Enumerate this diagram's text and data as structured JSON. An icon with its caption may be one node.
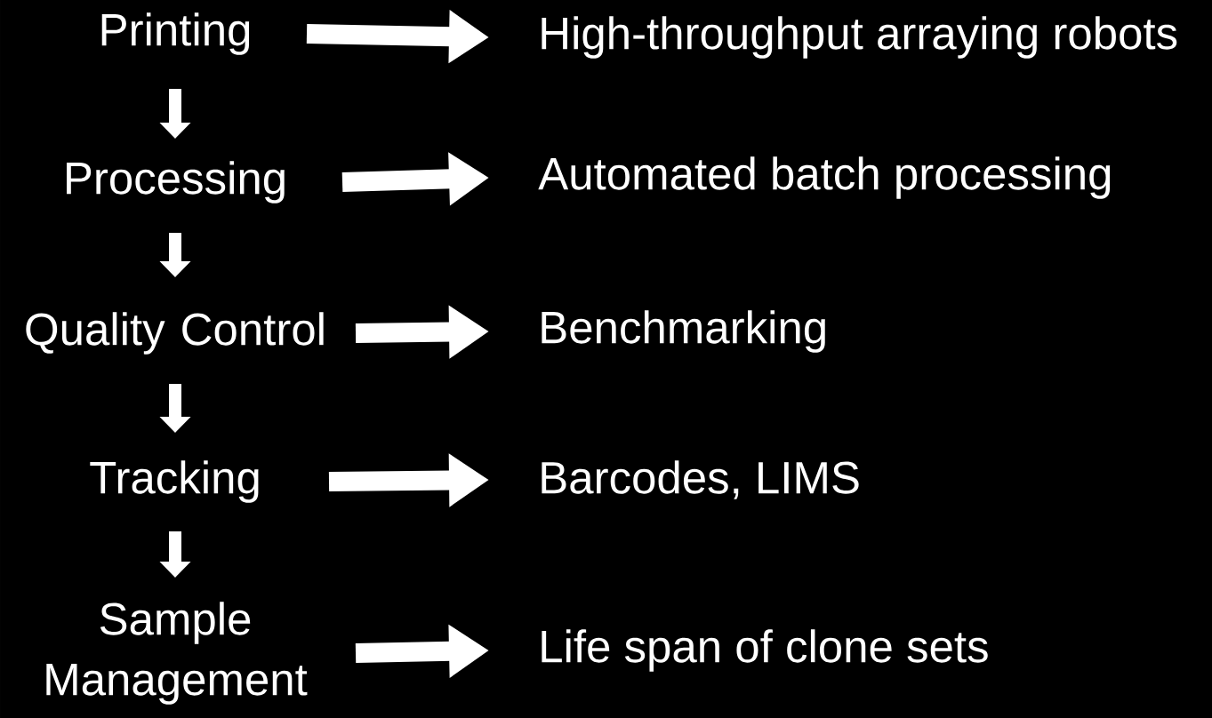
{
  "diagram": {
    "nodes": [
      {
        "text": [
          "Printing"
        ]
      },
      {
        "text": [
          "Processing"
        ]
      },
      {
        "text": [
          "Quality Control"
        ]
      },
      {
        "text": [
          "Tracking"
        ]
      },
      {
        "text": [
          "Sample Management"
        ]
      },
      {
        "text": [
          "High-throughput arraying robots"
        ]
      },
      {
        "text": [
          "Automated batch processing"
        ]
      },
      {
        "text": [
          "Benchmarking"
        ]
      },
      {
        "text": [
          "Barcodes, LIMS"
        ]
      },
      {
        "text": [
          "Life span of clone sets"
        ]
      }
    ],
    "edges": [
      {
        "from": 0,
        "to": 1,
        "arrow": "to"
      },
      {
        "from": 1,
        "to": 2,
        "arrow": "to"
      },
      {
        "from": 2,
        "to": 3,
        "arrow": "to"
      },
      {
        "from": 3,
        "to": 4,
        "arrow": "to"
      },
      {
        "from": 0,
        "to": 5,
        "arrow": "to"
      },
      {
        "from": 1,
        "to": 6,
        "arrow": "to"
      },
      {
        "from": 2,
        "to": 7,
        "arrow": "to"
      },
      {
        "from": 3,
        "to": 8,
        "arrow": "to"
      },
      {
        "from": 4,
        "to": 9,
        "arrow": "to"
      }
    ]
  }
}
